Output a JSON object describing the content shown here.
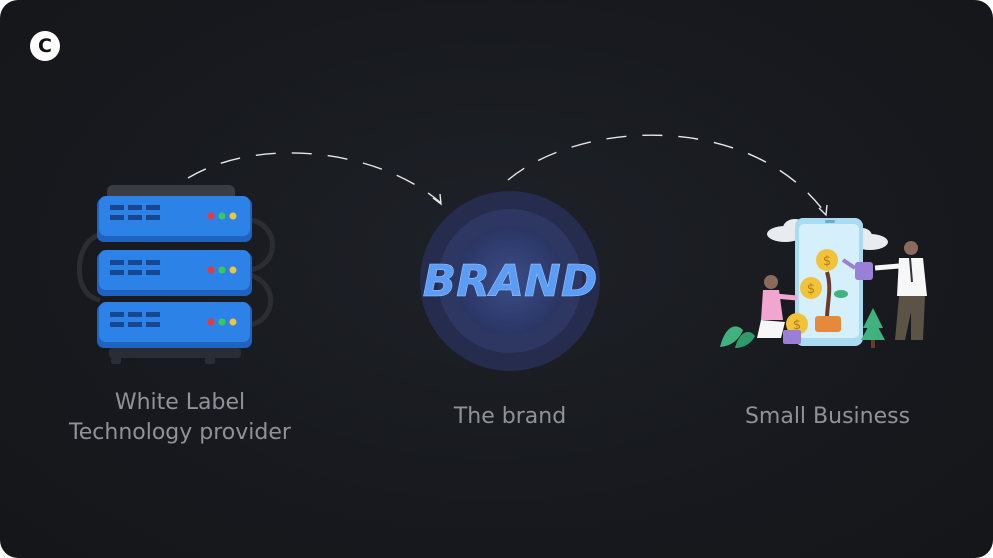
{
  "logo": {
    "glyph": "C",
    "icon": "company-logo-icon"
  },
  "nodes": [
    {
      "id": "provider",
      "icon": "server-rack-icon",
      "label_lines": [
        "White Label",
        "Technology provider"
      ]
    },
    {
      "id": "brand",
      "icon": "brand-circle-icon",
      "badge": "BRAND",
      "label": "The brand"
    },
    {
      "id": "business",
      "icon": "small-business-illustration-icon",
      "label": "Small Business"
    }
  ],
  "colors": {
    "background": "#17191e",
    "label": "#8f9298",
    "brand_text": "#5b9cf5",
    "server": "#2b7fe0",
    "arrow": "#e6e6e6"
  }
}
